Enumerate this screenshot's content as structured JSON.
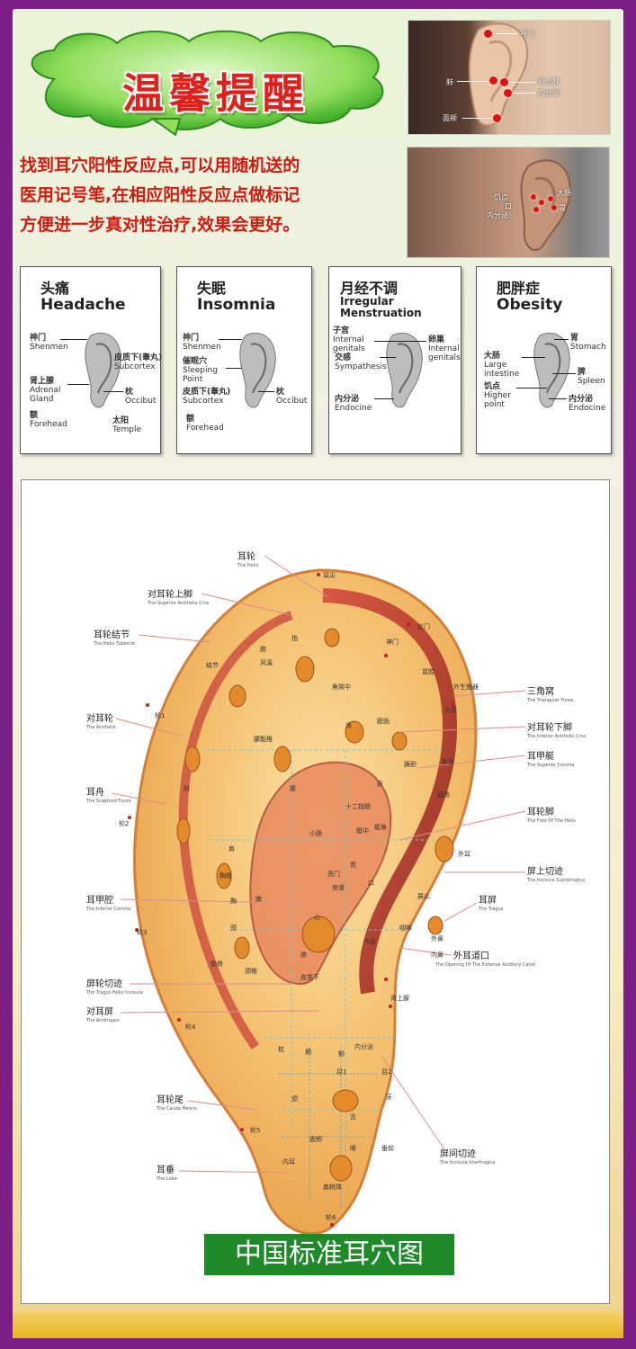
{
  "header": {
    "title": "温馨提醒",
    "reminder_lines": [
      "找到耳穴阳性反应点,可以用随机送的",
      "医用记号笔,在相应阳性反应点做标记",
      "方便进一步真对性治疗,效果会更好。"
    ]
  },
  "photo1": {
    "labels": {
      "shenmen": "神门",
      "fei": "肺",
      "shenshangxian": "肾上腺",
      "neifenmi": "内分泌",
      "mianjia": "面颊"
    }
  },
  "photo2": {
    "labels": {
      "jidian": "饥点",
      "kou": "口",
      "neifenmi": "内分泌",
      "dachang": "大肠",
      "wei": "胃"
    }
  },
  "cards": [
    {
      "zh": "头痛",
      "en": "Headache",
      "labels": {
        "shenmen_zh": "神门",
        "shenmen_en": "Shenmen",
        "subcortex_zh": "皮质下(睾丸)",
        "subcortex_en": "Subcortex",
        "adrenal_zh": "肾上腺",
        "adrenal_en1": "Adrenal",
        "adrenal_en2": "Gland",
        "occibut_zh": "枕",
        "occibut_en": "Occibut",
        "forehead_zh": "额",
        "forehead_en": "Forehead",
        "temple_zh": "太阳",
        "temple_en": "Temple"
      }
    },
    {
      "zh": "失眠",
      "en": "Insomnia",
      "labels": {
        "shenmen_zh": "神门",
        "shenmen_en": "Shenmen",
        "sleeping_zh": "催眠穴",
        "sleeping_en1": "Sleeping",
        "sleeping_en2": "Point",
        "subcortex_zh": "皮质下(睾丸)",
        "subcortex_en": "Subcortex",
        "occibut_zh": "枕",
        "occibut_en": "Occibut",
        "forehead_zh": "额",
        "forehead_en": "Forehead"
      }
    },
    {
      "zh": "月经不调",
      "en1": "Irregular",
      "en2": "Menstruation",
      "labels": {
        "genitals_zh": "子宫",
        "genitals_en1": "Internal",
        "genitals_en2": "genitals",
        "sympathesis_zh": "交感",
        "sympathesis_en": "Sympathesis",
        "ovary_zh": "卵巢",
        "ovary_en1": "Internal",
        "ovary_en2": "genitals",
        "endocine_zh": "内分泌",
        "endocine_en": "Endocine"
      }
    },
    {
      "zh": "肥胖症",
      "en": "Obesity",
      "labels": {
        "stomach_zh": "胃",
        "stomach_en": "Stomach",
        "large_zh": "大肠",
        "large_en1": "Large",
        "large_en2": "intestine",
        "spleen_zh": "脾",
        "spleen_en": "Spleen",
        "hunger_zh": "饥点",
        "hunger_en1": "Higher",
        "hunger_en2": "point",
        "endocine_zh": "内分泌",
        "endocine_en": "Endocine"
      }
    }
  ],
  "chart": {
    "caption": "中国标准耳穴图",
    "left_labels": [
      {
        "zh": "耳轮",
        "en": "The Helix"
      },
      {
        "zh": "对耳轮上脚",
        "en": "The Superior Antihelix Crus"
      },
      {
        "zh": "耳轮结节",
        "en": "The Helix Tubercle"
      },
      {
        "zh": "对耳轮",
        "en": "The Antihelix"
      },
      {
        "zh": "耳舟",
        "en": "The Scaphoid Fossa"
      },
      {
        "zh": "耳甲腔",
        "en": "The Inferior Concha"
      },
      {
        "zh": "屏轮切迹",
        "en": "The Tragus Helix Incisura"
      },
      {
        "zh": "对耳屏",
        "en": "The Antitragus"
      },
      {
        "zh": "耳轮尾",
        "en": "The Cauda Helicis"
      },
      {
        "zh": "耳垂",
        "en": "The Lobe"
      }
    ],
    "right_labels": [
      {
        "zh": "三角窝",
        "en": "The Triangular Fossa"
      },
      {
        "zh": "对耳轮下脚",
        "en": "The Inferior Antihelix Crus"
      },
      {
        "zh": "耳甲艇",
        "en": "The Superior Concha"
      },
      {
        "zh": "耳轮脚",
        "en": "The Foot Of The Helix"
      },
      {
        "zh": "屏上切迹",
        "en": "The Incisura Supratragica"
      },
      {
        "zh": "耳屏",
        "en": "The Tragus"
      },
      {
        "zh": "外耳道口",
        "en": "The Opening Of The External Auditory Canal"
      },
      {
        "zh": "屏间切迹",
        "en": "The Incisura Intertragica"
      }
    ],
    "inner_points": [
      "耳尖",
      "肛门",
      "指",
      "腕",
      "神门",
      "盆腔",
      "角窝中",
      "外生殖器",
      "交感",
      "肩",
      "肘",
      "膀胱",
      "肾",
      "胰胆",
      "肝",
      "小肠",
      "十二指肠",
      "胃",
      "贲门",
      "食道",
      "口",
      "脾",
      "心",
      "气管",
      "肺",
      "屏尖",
      "外鼻",
      "咽喉",
      "内鼻",
      "肾上腺",
      "皮质下",
      "内分泌",
      "枕",
      "颞",
      "额",
      "目1",
      "目2",
      "牙",
      "舌",
      "颌",
      "面颊",
      "眼",
      "内耳",
      "扁桃体",
      "垂前",
      "轮1",
      "轮2",
      "轮3",
      "轮4",
      "轮5",
      "轮6",
      "锁骨",
      "颈椎",
      "胸椎",
      "腰骶椎",
      "腹",
      "胸",
      "颈",
      "风溪",
      "外耳",
      "直肠",
      "尿道",
      "艇角",
      "艇中",
      "结节"
    ]
  },
  "colors": {
    "accent_red": "#d01a10",
    "frame": "#7b1f86",
    "caption_bg": "#1e8a2a",
    "ear_orange": "#f2b256"
  }
}
